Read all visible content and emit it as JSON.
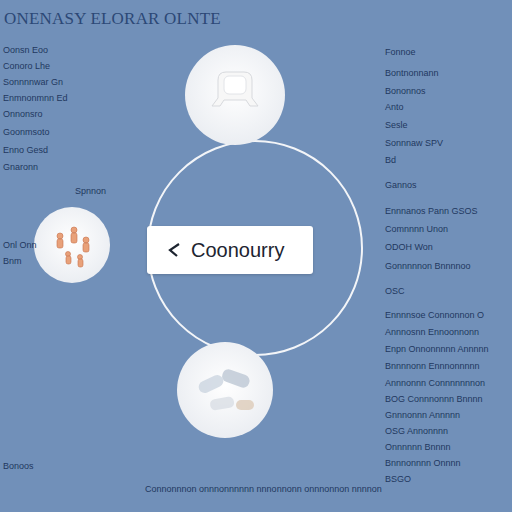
{
  "diagram": {
    "title": "ONENASY ELORAR OLNTE",
    "nodes": [
      {
        "text": [
          "Coonourry"
        ]
      }
    ],
    "labels": [
      "Oonsn Eoo",
      "Conoro Lhe",
      "Sonnnnwar Gn",
      "Enmnonmnn Ed",
      "Onnonsro",
      "Goonmsoto",
      "Enno Gesd",
      "Gnaronn",
      "Spnnon",
      "Onl Onn",
      "Bnm",
      "Fonnoe",
      "Bontnonnann",
      "Bononnos",
      "Anto",
      "Sesle",
      "Sonnnaw SPV",
      "Bd",
      "Gannos",
      "Ennnanos Pann GSOS",
      "Comnnnn Unon",
      "ODOH Won",
      "Gonnnnnon Bnnnnoo",
      "OSC",
      "Ennnnsoe Connonnon O",
      "Annnosnn Ennoonnonn",
      "Enpn Onnonnnnn Annnnn",
      "Bnnnnonn Ennnonnnnn",
      "Annnonnn Connnnnnnon",
      "BOG Connnonnn Bnnnn",
      "Gnnnonnn Annnnn",
      "OSG Annonnnn",
      "Onnnnnn Bnnnn",
      "Bnnnonnnn Onnnn",
      "BSGO",
      "Bonoos",
      "Connonnnon onnnonnnnnn nnnonnonn onnnonnon nnnnon"
    ]
  }
}
